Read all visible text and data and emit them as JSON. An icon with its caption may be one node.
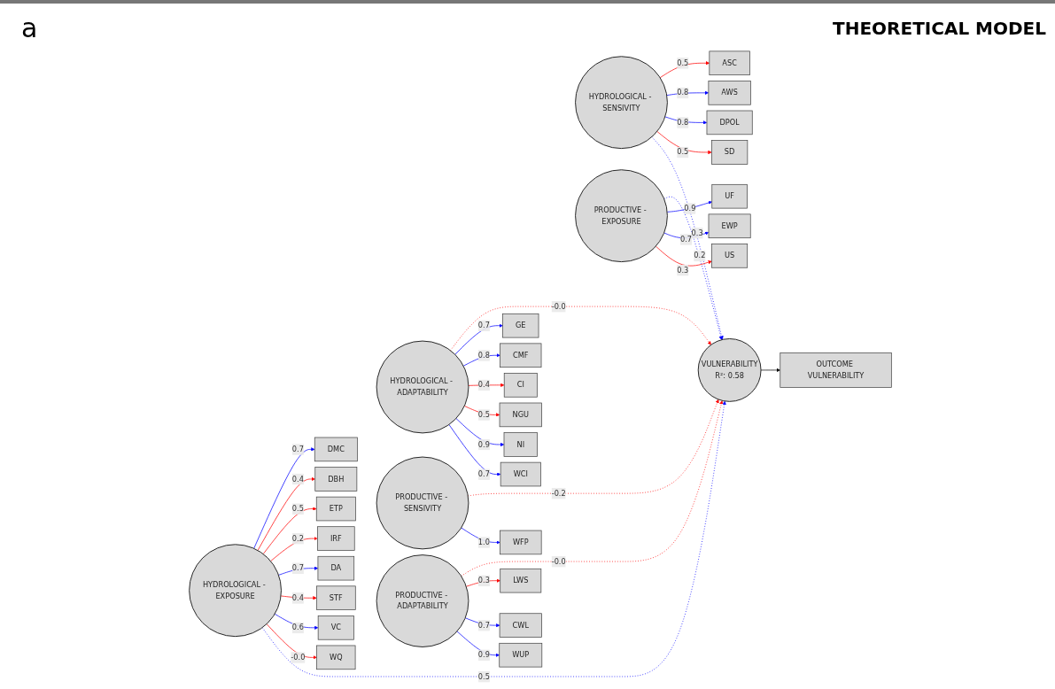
{
  "diagram": {
    "title": "THEORETICAL MODEL",
    "nodes": [
      {
        "text": [
          "HYDROLOGICAL - EXPOSURE"
        ]
      },
      {
        "text": [
          "DMC"
        ]
      },
      {
        "text": [
          "DBH"
        ]
      },
      {
        "text": [
          "ETP"
        ]
      },
      {
        "text": [
          "IRF"
        ]
      },
      {
        "text": [
          "DA"
        ]
      },
      {
        "text": [
          "STF"
        ]
      },
      {
        "text": [
          "VC"
        ]
      },
      {
        "text": [
          "WQ"
        ]
      },
      {
        "text": [
          "HYDROLOGICAL - SENSIVITY"
        ]
      },
      {
        "text": [
          "ASC"
        ]
      },
      {
        "text": [
          "AWS"
        ]
      },
      {
        "text": [
          "DPOL"
        ]
      },
      {
        "text": [
          "SD"
        ]
      },
      {
        "text": [
          "VULNERABILITY",
          "R²: 0.58"
        ]
      },
      {
        "text": [
          "OUTCOME VULNERABILITY"
        ]
      },
      {
        "text": [
          "HYDROLOGICAL - ADAPTABILITY"
        ]
      },
      {
        "text": [
          "GE"
        ]
      },
      {
        "text": [
          "CMF"
        ]
      },
      {
        "text": [
          "CI"
        ]
      },
      {
        "text": [
          "NGU"
        ]
      },
      {
        "text": [
          "NI"
        ]
      },
      {
        "text": [
          "WCI"
        ]
      },
      {
        "text": [
          "PRODUCTIVE - SENSIVITY"
        ]
      },
      {
        "text": [
          "WFP"
        ]
      },
      {
        "text": [
          "PRODUCTIVE - EXPOSURE"
        ]
      },
      {
        "text": [
          "UF"
        ]
      },
      {
        "text": [
          "EWP"
        ]
      },
      {
        "text": [
          "US"
        ]
      },
      {
        "text": [
          "PRODUCTIVE - ADAPTABILITY"
        ]
      },
      {
        "text": [
          "LWS"
        ]
      },
      {
        "text": [
          "CWL"
        ]
      },
      {
        "text": [
          "WUP"
        ]
      }
    ],
    "edges": [
      {
        "from": 0,
        "to": 1,
        "arrow": "to",
        "label": "0.7",
        "color": "#0000ff"
      },
      {
        "from": 0,
        "to": 2,
        "arrow": "to",
        "label": "0.4",
        "color": "#ff0000"
      },
      {
        "from": 0,
        "to": 3,
        "arrow": "to",
        "label": "0.5",
        "color": "#ff0000"
      },
      {
        "from": 0,
        "to": 4,
        "arrow": "to",
        "label": "0.2",
        "color": "#ff0000"
      },
      {
        "from": 0,
        "to": 5,
        "arrow": "to",
        "label": "0.7",
        "color": "#0000ff"
      },
      {
        "from": 0,
        "to": 6,
        "arrow": "to",
        "label": "0.4",
        "color": "#ff0000"
      },
      {
        "from": 0,
        "to": 7,
        "arrow": "to",
        "label": "0.6",
        "color": "#0000ff"
      },
      {
        "from": 0,
        "to": 8,
        "arrow": "to",
        "label": "-0.0",
        "color": "#ff0000"
      },
      {
        "from": 9,
        "to": 10,
        "arrow": "to",
        "label": "0.5",
        "color": "#ff0000"
      },
      {
        "from": 9,
        "to": 11,
        "arrow": "to",
        "label": "0.8",
        "color": "#0000ff"
      },
      {
        "from": 9,
        "to": 12,
        "arrow": "to",
        "label": "0.8",
        "color": "#0000ff"
      },
      {
        "from": 9,
        "to": 13,
        "arrow": "to",
        "label": "0.5",
        "color": "#ff0000"
      },
      {
        "from": 0,
        "to": 14,
        "arrow": "to",
        "label": "0.5",
        "style": "dashed",
        "color": "#0000ff"
      },
      {
        "from": 9,
        "to": 14,
        "arrow": "to",
        "label": "0.3",
        "style": "dashed",
        "color": "#0000ff"
      },
      {
        "from": 16,
        "to": 14,
        "arrow": "to",
        "label": "-0.0",
        "style": "dashed",
        "color": "#ff0000"
      },
      {
        "from": 23,
        "to": 14,
        "arrow": "to",
        "label": "-0.2",
        "style": "dashed",
        "color": "#ff0000"
      },
      {
        "from": 25,
        "to": 14,
        "arrow": "to",
        "label": "0.2",
        "style": "dashed",
        "color": "#0000ff"
      },
      {
        "from": 29,
        "to": 14,
        "arrow": "to",
        "label": "-0.0",
        "style": "dashed",
        "color": "#ff0000"
      },
      {
        "from": 14,
        "to": 15,
        "arrow": "to",
        "color": "#000000"
      },
      {
        "from": 16,
        "to": 17,
        "arrow": "to",
        "label": "0.7",
        "color": "#0000ff"
      },
      {
        "from": 16,
        "to": 18,
        "arrow": "to",
        "label": "0.8",
        "color": "#0000ff"
      },
      {
        "from": 16,
        "to": 19,
        "arrow": "to",
        "label": "0.4",
        "color": "#ff0000"
      },
      {
        "from": 16,
        "to": 20,
        "arrow": "to",
        "label": "0.5",
        "color": "#ff0000"
      },
      {
        "from": 16,
        "to": 21,
        "arrow": "to",
        "label": "0.9",
        "color": "#0000ff"
      },
      {
        "from": 16,
        "to": 22,
        "arrow": "to",
        "label": "0.7",
        "color": "#0000ff"
      },
      {
        "from": 23,
        "to": 24,
        "arrow": "to",
        "label": "1.0",
        "color": "#0000ff"
      },
      {
        "from": 25,
        "to": 26,
        "arrow": "to",
        "label": "0.9",
        "color": "#0000ff"
      },
      {
        "from": 25,
        "to": 27,
        "arrow": "to",
        "label": "0.7",
        "color": "#0000ff"
      },
      {
        "from": 25,
        "to": 28,
        "arrow": "to",
        "label": "0.3",
        "color": "#ff0000"
      },
      {
        "from": 29,
        "to": 30,
        "arrow": "to",
        "label": "0.3",
        "color": "#ff0000"
      },
      {
        "from": 29,
        "to": 31,
        "arrow": "to",
        "label": "0.7",
        "color": "#0000ff"
      },
      {
        "from": 29,
        "to": 32,
        "arrow": "to",
        "label": "0.9",
        "color": "#0000ff"
      }
    ],
    "labels": [
      "a"
    ]
  }
}
